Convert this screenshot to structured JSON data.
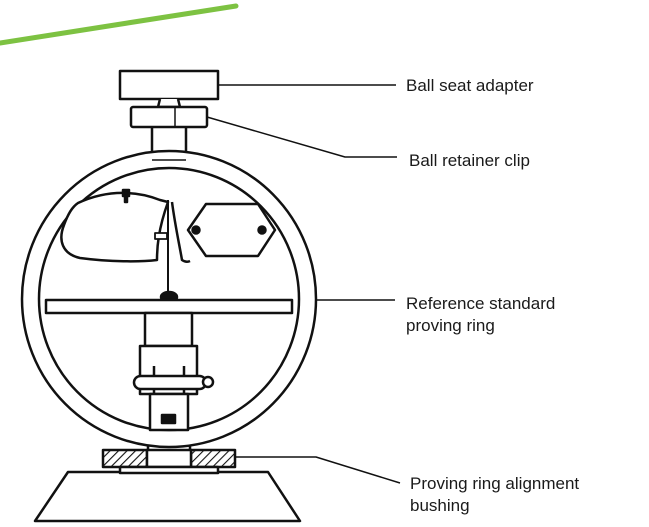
{
  "colors": {
    "accent_line": "#7dc242",
    "stroke": "#111111"
  },
  "labels": {
    "ball_seat_adapter": "Ball seat adapter",
    "ball_retainer_clip": "Ball retainer clip",
    "reference_standard": {
      "line1": "Reference standard",
      "line2": "proving ring"
    },
    "proving_ring_alignment": {
      "line1": "Proving ring alignment",
      "line2": "bushing"
    }
  }
}
